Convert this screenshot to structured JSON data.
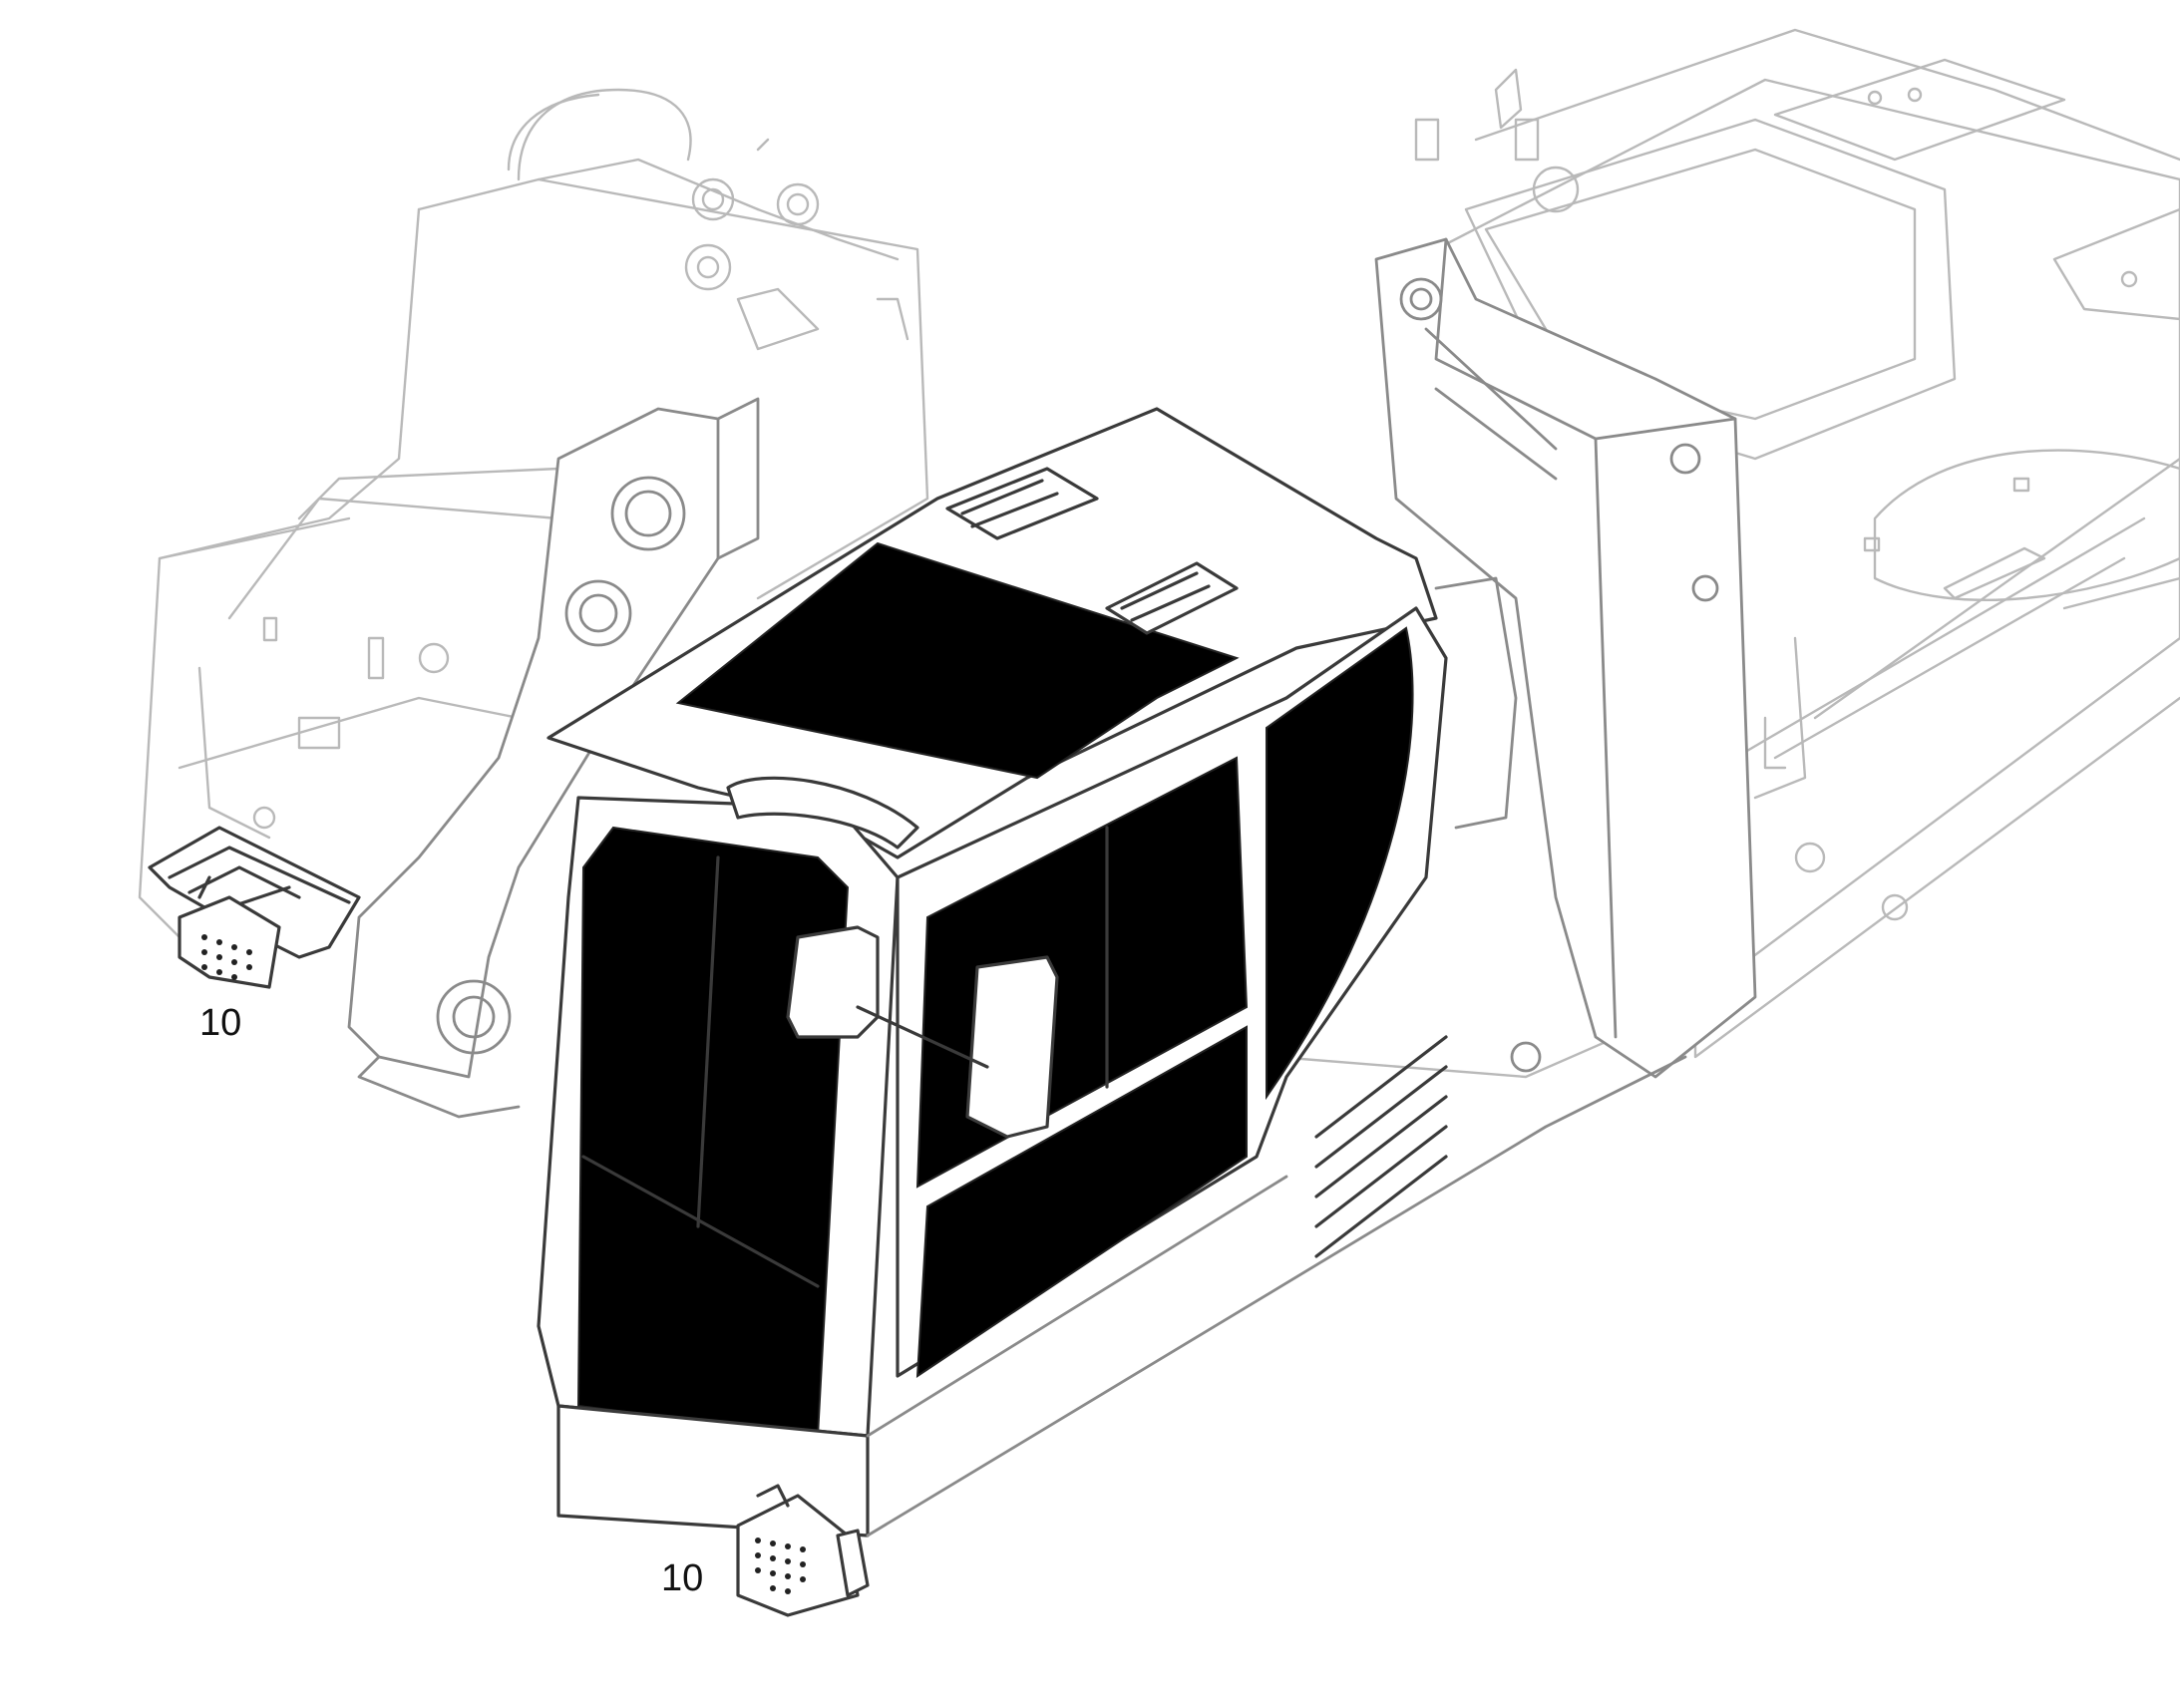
{
  "callouts": [
    {
      "id": "rear-step",
      "label": "10"
    },
    {
      "id": "front-step",
      "label": "10"
    }
  ]
}
